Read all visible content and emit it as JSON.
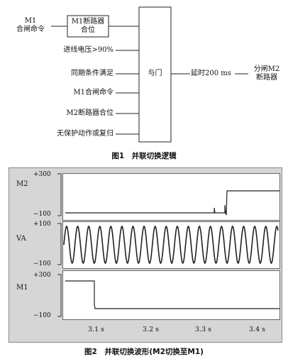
{
  "logic": {
    "m1_input": {
      "line1": "M1",
      "line2": "合闸命令"
    },
    "m1_breaker_box": {
      "line1": "M1断路器",
      "line2": "合位"
    },
    "inputs": [
      "进线电压>90%",
      "同期条件满足",
      "M1合闸命令",
      "M2断路器合位",
      "无保护动作或复归"
    ],
    "and_gate": "与门",
    "delay": "延时200 ms",
    "output": {
      "line1": "分闸M2",
      "line2": "断路器"
    }
  },
  "figure1_caption": "图1　并联切换逻辑",
  "waveform": {
    "panels": [
      {
        "name": "M2",
        "top_label": "+300",
        "bottom_label": "−100"
      },
      {
        "name": "VA",
        "top_label": "+100",
        "bottom_label": "−100"
      },
      {
        "name": "M1",
        "top_label": "+300",
        "bottom_label": "−100"
      }
    ],
    "x_ticks": [
      "3.1 s",
      "3.2 s",
      "3.3 s",
      "3.4 s"
    ]
  },
  "figure2_caption": "图2　并联切换波形(M2切换至M1)",
  "colors": {
    "line": "#222222",
    "scope_bg": "#d6d6d6"
  }
}
